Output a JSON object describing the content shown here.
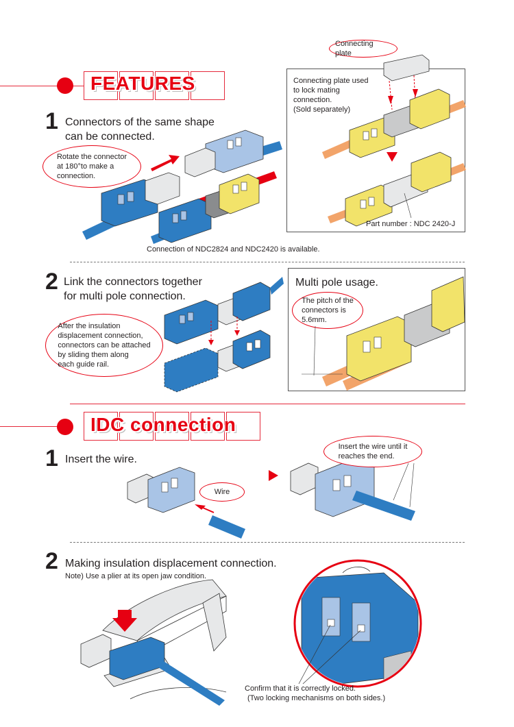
{
  "features": {
    "title": "FEATURES",
    "item1": {
      "number": "1",
      "heading_line1": "Connectors of the same shape",
      "heading_line2": "can be connected.",
      "bubble_line1": "Rotate the connector",
      "bubble_line2": "at 180°to make a",
      "bubble_line3": "connection.",
      "note": "Connection of NDC2824 and NDC2420 is available."
    },
    "plate": {
      "label": "Connecting plate",
      "desc_line1": "Connecting plate used",
      "desc_line2": "to lock mating",
      "desc_line3": "connection.",
      "desc_line4": "(Sold separately)",
      "part_number": "Part number : NDC 2420-J"
    },
    "item2": {
      "number": "2",
      "heading_line1": "Link the connectors together",
      "heading_line2": "for multi pole connection.",
      "bubble_line1": "After the insulation",
      "bubble_line2": "displacement connection,",
      "bubble_line3": "connectors can be attached",
      "bubble_line4": "by sliding them along",
      "bubble_line5": "each guide rail."
    },
    "multipole": {
      "heading": "Multi pole usage.",
      "bubble_line1": "The pitch of the",
      "bubble_line2": "connectors is",
      "bubble_line3": "5.6mm."
    }
  },
  "idc": {
    "title": "IDC connection",
    "step1": {
      "number": "1",
      "heading": "Insert the wire.",
      "wire_label": "Wire",
      "bubble_line1": "Insert the wire until it",
      "bubble_line2": "reaches the end."
    },
    "step2": {
      "number": "2",
      "heading": "Making insulation displacement connection.",
      "note": "Note) Use a plier at its open jaw condition.",
      "confirm_line1": "Confirm that it is correctly locked.",
      "confirm_line2": "(Two locking mechanisms on both sides.)"
    }
  },
  "colors": {
    "accent_red": "#e60012",
    "connector_blue": "#2e7dc2",
    "connector_light_blue": "#a9c4e6",
    "connector_yellow": "#f2e36a",
    "wire_orange": "#f2a46a",
    "housing_gray": "#c9cacb"
  }
}
